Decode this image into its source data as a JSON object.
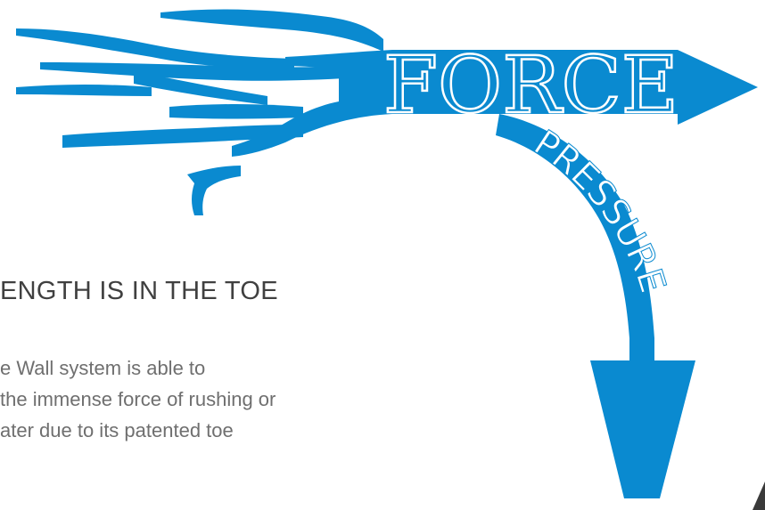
{
  "graphic": {
    "force_word": "FORCE",
    "pressure_word": "PRESSURE",
    "water_color": "#0a8ad0",
    "text_outline_color": "#ffffff"
  },
  "content": {
    "heading": "ENGTH IS IN THE TOE",
    "body_lines": [
      "e Wall system is able to",
      "the immense force of rushing or",
      "ater due to its patented toe"
    ]
  },
  "colors": {
    "heading": "#404040",
    "body": "#6f6f6f",
    "corner": "#3a3a3a"
  }
}
